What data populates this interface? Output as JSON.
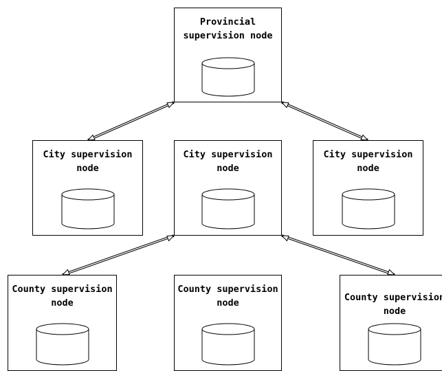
{
  "diagram": {
    "provincial": {
      "label": "Provincial\nsupervision node"
    },
    "cities": [
      {
        "label": "City supervision\nnode"
      },
      {
        "label": "City supervision\nnode"
      },
      {
        "label": "City supervision\nnode"
      }
    ],
    "counties": [
      {
        "label": "County supervision\nnode"
      },
      {
        "label": "County supervision\nnode"
      },
      {
        "label": "County supervision\nnode"
      }
    ],
    "icon": "database-cylinder-icon",
    "edge_style": "double-line bidirectional arrow"
  }
}
